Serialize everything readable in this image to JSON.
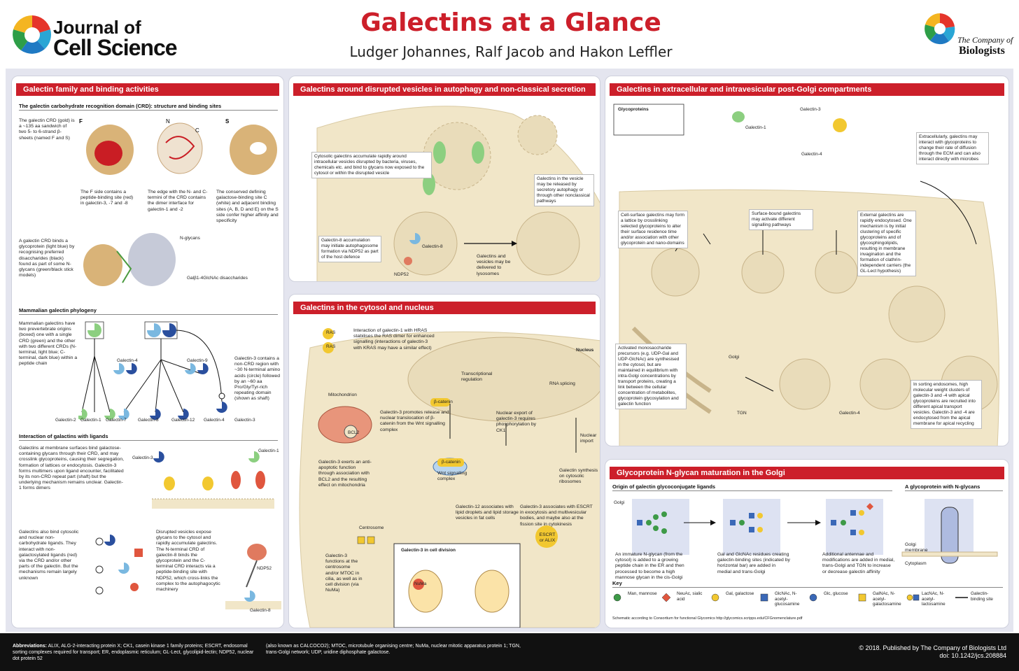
{
  "header": {
    "journal_line1": "Journal of",
    "journal_line2": "Cell Science",
    "title": "Galectins at a Glance",
    "authors": "Ludger Johannes, Ralf Jacob and Hakon Leffler",
    "publisher_line1": "The Company of",
    "publisher_line2": "Biologists"
  },
  "panel1": {
    "title": "Galectin family and binding activities",
    "crd_heading": "The galectin carbohydrate recognition domain (CRD): structure and binding sites",
    "crd_intro": "The galectin CRD (gold) is a ~135 aa sandwich of two 5- to 6-strand β-sheets (named F and S)",
    "side_f": "F",
    "side_n": "N",
    "side_s": "S",
    "side_c": "C",
    "caption_f": "The F side contains a peptide-binding site (red) in galectin-3, -7 and -8",
    "caption_edge": "The edge with the N- and C-termini of the CRD contains the dimer interface for galectin-1 and -2",
    "caption_s": "The conserved defining galactose-binding site C (white) and adjacent binding sites (A, B, D and E) on the S side confer higher affinity and specificity",
    "glyco_text": "A galectin CRD binds a glycoprotein (light blue) by recognising preferred disaccharides (black) found as part of some N-glycans (green/black stick models)",
    "nglycans": "N-glycans",
    "gal_label": "Galβ1-4GlcNAc disaccharides",
    "phylo_heading": "Mammalian galectin phylogeny",
    "phylo_text": "Mammalian galectins have two prevertebrate origins (boxed) one with a single CRD (green) and the other with two different CRDs (N-terminal, light blue; C-terminal, dark blue) within a peptide chain",
    "gal4": "Galectin-4",
    "gal9": "Galectin-9",
    "gal3_text": "Galectin-3 contains a non-CRD region with ~30 N-terminal amino acids (circle) followed by an ~60 aa Pro/Gly/Tyr-rich repeating domain (shown as shaft)",
    "leaves": [
      "Galectin-2",
      "Galectin-1",
      "Galectin-7",
      "Galectin-8",
      "Galectin-12",
      "Galectin-4",
      "Galectin-3"
    ],
    "interaction_heading": "Interaction of galactins with ligands",
    "interaction_text": "Galectins at membrane surfaces bind galactose-containing glycans through their CRD, and may crosslink glycoproteins, causing their segregation, formation of lattices or endocytosis. Galectin-3 forms multimers upon ligand encounter, facilitated by its non-CRD repeat part (shaft) but the underlying mechanism remains unclear. Galectin-1 forms dimers",
    "gal3_lbl": "Galectin-3",
    "gal1_lbl": "Galectin-1",
    "cyto_text": "Galectins also bind cytosolic and nuclear non-carbohydrate ligands. They interact with non-galactosylated ligands (red) via the CRD and/or other parts of the galectin. But the mechanisms remain largely unknown",
    "vesicle_text": "Disrupted vesicles expose glycans to the cytosol and rapidly accumulate galectins. The N-terminal CRD of galectin-8 binds the glycoprotein and the C-terminal CRD interacts via a peptide-binding site with NDP52, which cross-links the complex to the autophagocytic machinery",
    "ndp52": "NDP52",
    "gal8": "Galectin-8"
  },
  "panel2": {
    "title": "Galectins around disrupted vesicles in autophagy and non-classical secretion",
    "text1": "Cytosolic galectins accumulate rapidly around intracellular vesicles disrupted by bacteria, viruses, chemicals etc. and bind to glycans now exposed to the cytosol or within the disrupted vesicle",
    "text2": "Galectins in the vesicle may be released by secretory autophagy or through other nonclassical pathways",
    "text3": "Galectin-8 accumulation may initiate autophagosome formation via NDP52 as part of the host defence",
    "text4": "Galectins and vesicles may be delivered to lysosomes",
    "ndp52": "NDP52",
    "gal8": "Galectin-8"
  },
  "panel3": {
    "title": "Galectins in the cytosol and nucleus",
    "ras": "RAS",
    "ras_text": "Interaction of galectin-1 with HRAS stabilises the RAS dimer for enhanced signalling (interactions of galectin-3 with KRAS may have a similar effect)",
    "nucleus": "Nucleus",
    "transcription": "Transcriptional regulation",
    "rna": "RNA splicing",
    "mito": "Mitochondrion",
    "bcl2": "BCL2",
    "beta": "β-catenin",
    "wnt_text": "Galectin-3 promotes release and nuclear translocation of β-catenin from the Wnt signalling complex",
    "wnt": "Wnt signalling complex",
    "export_text": "Nuclear export of galectin-3 requires phosphorylation by CK1",
    "import_text": "Nuclear import",
    "bcl2_text": "Galectin-3 exerts an anti-apoptotic function through association with BCL2 and the resulting effect on mitochondria",
    "synthesis_text": "Galectin synthesis on cytosolic ribosomes",
    "lipid_text": "Galectin-12 associates with lipid droplets and lipid storage vesicles in fat cells",
    "escrt_text": "Galectin-3 associates with ESCRT in exocytosis and multivesicular bodies, and maybe also at the fission site in cytokinesis",
    "centrosome": "Centrosome",
    "centro_text": "Galectin-3 functions at the centrosome and/or MTOC in cilia, as well as in cell division (via NuMa)",
    "division_title": "Galectin-3 in cell division",
    "numa": "NuMa",
    "escrt": "ESCRT or ALIX"
  },
  "panel4": {
    "title": "Galectins in extracellular and intravesicular post-Golgi compartments",
    "glycoproteins": "Glycoproteins",
    "gal1": "Galectin-1",
    "gal3": "Galectin-3",
    "gal4": "Galectin-4",
    "extra_text": "Extracellularly, galectins may interact with glycoproteins to change their rate of diffusion through the ECM and can also interact directly with microbes",
    "lattice_text": "Cell-surface galectins may form a lattice by crosslinking selected glycoproteins to alter their surface residence time and/or association with other glycoprotein and nano-domains",
    "signal_text": "Surface-bound galectins may activate different signalling pathways",
    "endo_text": "External galectins are rapidly endocytosed. One mechanism is by initial clustering of specific glycoproteins and of glycosphingolipids, resulting in membrane invagination and the formation of clathrin-independent carriers (the GL-Lect hypothesis)",
    "mono_text": "Activated monosaccharide precursors (e.g. UDP-Gal and UDP-GlcNAc) are synthesised in the cytosol, but are maintained in equilibrium with intra-Golgi concentrations by transport proteins, creating a link between the cellular concentration of metabolites, glycoprotein glycosylation and galectin function",
    "golgi": "Golgi",
    "tgn": "TGN",
    "sorting_text": "In sorting endosomes, high molecular weight clusters of galectin-3 and -4 with apical glycoproteins are recruited into different apical transport vesicles. Galectin-3 and -4 are endocytosed from the apical membrane for apical recycling"
  },
  "panel5": {
    "title": "Glycoprotein N-glycan maturation in the Golgi",
    "origin_heading": "Origin of galectin glycoconjugate ligands",
    "glyco_heading": "A glycoprotein with N-glycans",
    "golgi": "Golgi",
    "step1": "An immature N-glycan (from the cytosol) is added to a growing peptide chain in the ER and then processed to become a high mannose glycan in the cis-Golgi",
    "step2": "Gal and GlcNAc residues creating galectin-binding sites (indicated by horizontal bar) are added in medial and trans-Golgi",
    "step3": "Additional antennae and modifications are added in medial, trans-Golgi and TGN to increase or decrease galectin affinity",
    "golgi_membrane": "Golgi membrane",
    "cytoplasm": "Cytoplasm",
    "key": "Key",
    "key_items": [
      {
        "name": "Man, mannose",
        "color": "#3d9a47",
        "shape": "circle"
      },
      {
        "name": "NeuAc, sialic acid",
        "color": "#e0563e",
        "shape": "diamond"
      },
      {
        "name": "Gal, galactose",
        "color": "#f2c830",
        "shape": "circle"
      },
      {
        "name": "GlcNAc, N-acetyl-glucosamine",
        "color": "#3a68b7",
        "shape": "square"
      },
      {
        "name": "Glc, glucose",
        "color": "#3a68b7",
        "shape": "circle"
      },
      {
        "name": "GalNAc, N-acetyl-galactosamine",
        "color": "#f2c830",
        "shape": "square"
      },
      {
        "name": "LacNAc, N-acetyl-lactosamine",
        "color": "#f2c830",
        "shape": "pair"
      },
      {
        "name": "Galectin-binding site",
        "color": "#111111",
        "shape": "line"
      }
    ],
    "footnote": "Schematic according to Consortium for functional Glycomics http://glycomics.scripps.edu/CFGnomenclature.pdf"
  },
  "footer": {
    "abbr_label": "Abbreviations:",
    "abbr1": "ALIX, ALG-2-interacting protein X; CK1, casein kinase 1 family proteins; ESCRT, endosomal sorting complexes required for transport; ER, endoplasmic reticulum; GL-Lect, glycolipid-lectin; NDP52, nuclear dot protein 52",
    "abbr2": "(also known as CALCOCO2); MTOC, microtubule organising centre; NuMa, nuclear mitotic apparatus protein 1; TGN, trans-Golgi network; UDP, uridine diphosphate galactose.",
    "copyright": "© 2018. Published by The Company of Biologists Ltd",
    "doi": "doi: 10.1242/jcs.208884"
  },
  "colors": {
    "accent": "#cc1f2a",
    "cell": "#f1e6c8",
    "galectin_light": "#7ab8e0",
    "galectin_dark": "#2a4f9e",
    "galectin_green": "#8ccf80",
    "background": "#e4e5ef"
  }
}
